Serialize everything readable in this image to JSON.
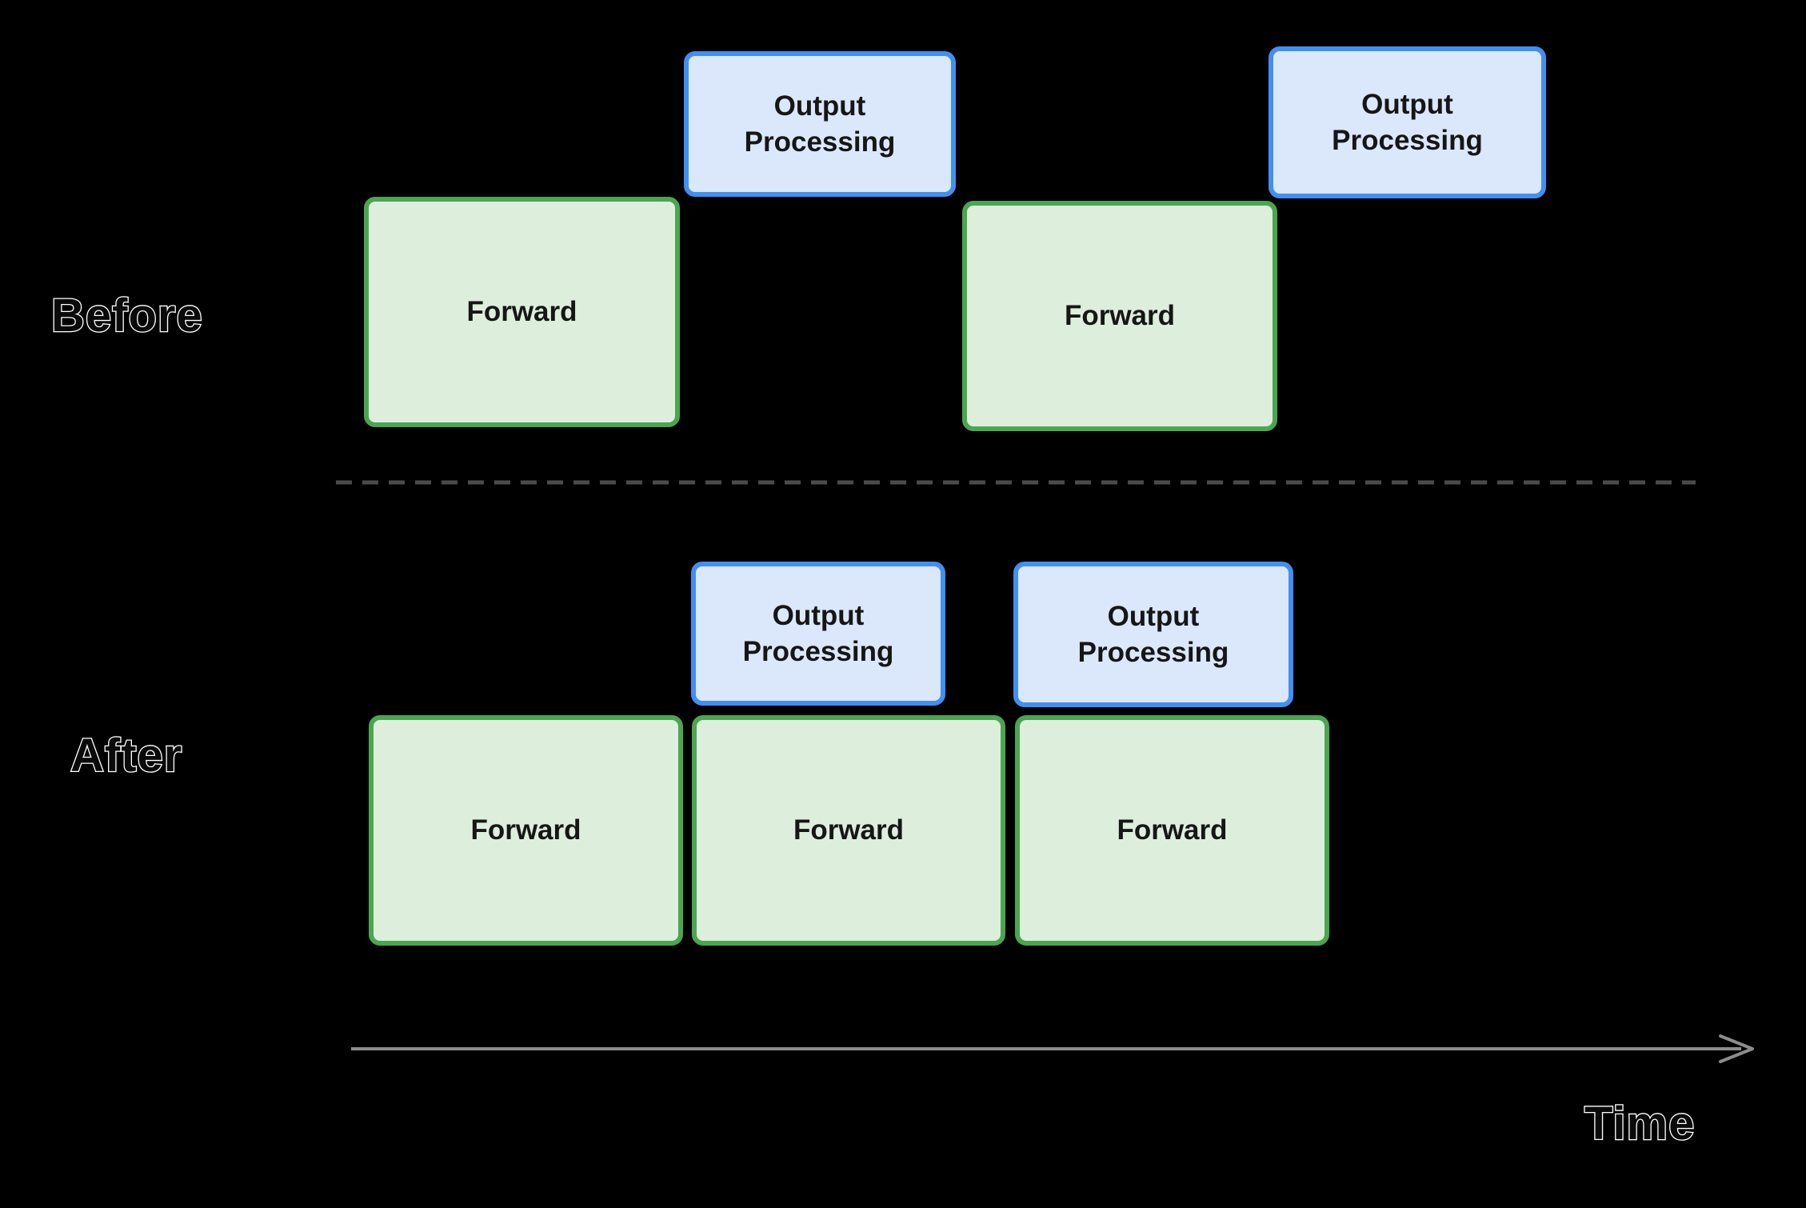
{
  "colors": {
    "background": "#000000",
    "forward_fill": "#ddeedd",
    "forward_border": "#4aa64f",
    "output_fill": "#dbe7fb",
    "output_border": "#4090f2",
    "box_text": "#161616",
    "label_outline": "#ffffff",
    "divider": "#4b4b4b",
    "axis_arrow": "#8c8c8c"
  },
  "before": {
    "label": "Before",
    "forward": [
      "Forward",
      "Forward"
    ],
    "output": [
      "Output\nProcessing",
      "Output\nProcessing"
    ]
  },
  "after": {
    "label": "After",
    "forward": [
      "Forward",
      "Forward",
      "Forward"
    ],
    "output": [
      "Output\nProcessing",
      "Output\nProcessing"
    ]
  },
  "axis": {
    "label": "Time"
  }
}
